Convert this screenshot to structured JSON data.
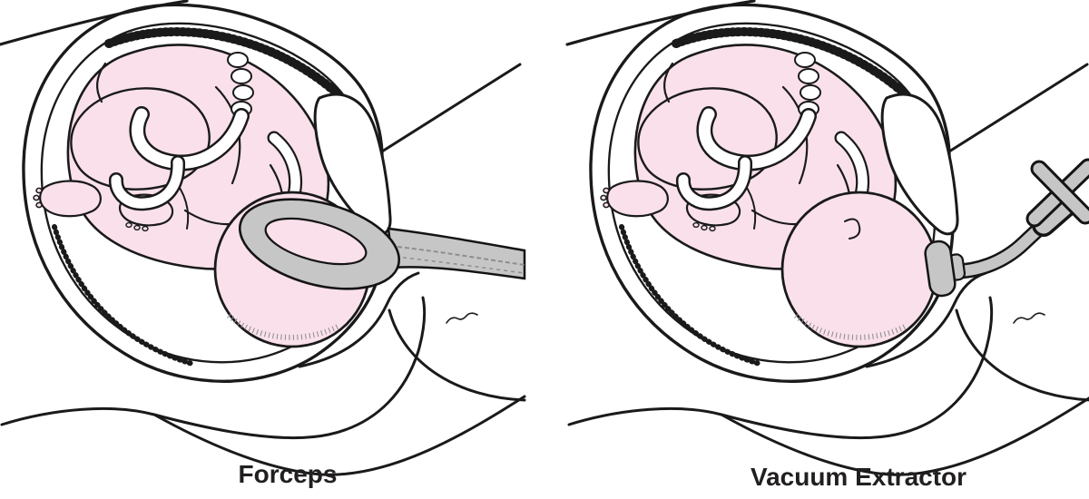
{
  "figure": {
    "panels": [
      {
        "id": "forceps",
        "label": "Forceps"
      },
      {
        "id": "vacuum-extractor",
        "label": "Vacuum Extractor"
      }
    ],
    "colors": {
      "background": "#ffffff",
      "fetal_skin": "#f9e0eb",
      "instrument_gray": "#c6c6c6",
      "outline": "#1a1a1a",
      "label_text": "#221f20"
    }
  }
}
